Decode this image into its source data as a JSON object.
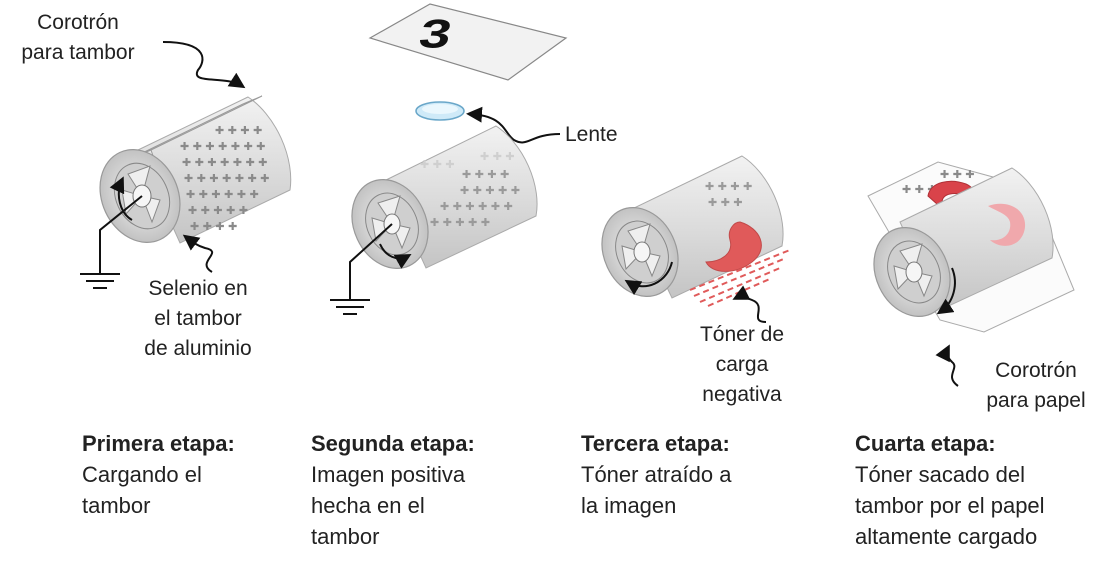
{
  "labels": {
    "drum_corotron": [
      "Corotrón",
      "para tambor"
    ],
    "selenium": [
      "Selenio en",
      "el tambor",
      "de aluminio"
    ],
    "lens": "Lente",
    "toner": [
      "Tóner de",
      "carga",
      "negativa"
    ],
    "paper_corotron": [
      "Corotrón",
      "para papel"
    ],
    "number_on_paper": "3"
  },
  "stages": [
    {
      "title": "Primera etapa:",
      "lines": [
        "Cargando el",
        "tambor"
      ]
    },
    {
      "title": "Segunda etapa:",
      "lines": [
        "Imagen positiva",
        "hecha en el",
        "tambor"
      ]
    },
    {
      "title": "Tercera etapa:",
      "lines": [
        "Tóner atraído a",
        "la imagen"
      ]
    },
    {
      "title": "Cuarta etapa:",
      "lines": [
        "Tóner sacado del",
        "tambor por el papel",
        "altamente cargado"
      ]
    }
  ],
  "colors": {
    "drum": "#dedede",
    "toner": "#e05a5a",
    "plus": "#8a8a8a",
    "lens": "#bfe3f5",
    "text": "#222222"
  }
}
